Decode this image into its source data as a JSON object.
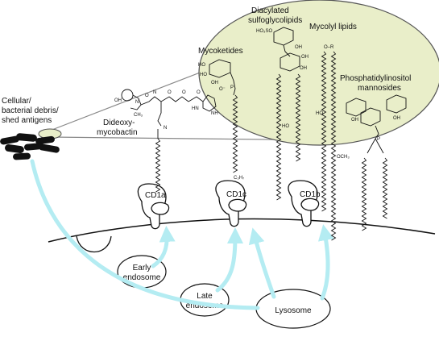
{
  "source": {
    "label_lines": [
      "Cellular/",
      "bacterial debris/",
      "shed antigens"
    ]
  },
  "lipids": {
    "mycoketides": "Mycoketides",
    "dideoxy_lines": [
      "Dideoxy-",
      "mycobactin"
    ],
    "sulfoglycolipids_lines": [
      "Diacylated",
      "sulfoglycolipids"
    ],
    "mycolyl": "Mycolyl lipids",
    "pim_lines": [
      "Phosphatidylinositol",
      "mannosides"
    ]
  },
  "molecule_text": {
    "oh": "OH",
    "ho": "HO",
    "hn": "HN",
    "nh": "NH",
    "n": "N",
    "o": "O",
    "p": "P",
    "ch3": "CH₃",
    "c3h7": "C₃H₇",
    "och3": "OCH₃",
    "ho3so": "HO₃SO",
    "o_r": "O–R",
    "o_minus": "O⁻",
    "p_minus": "P⁻"
  },
  "proteins": {
    "cd1a": "CD1a",
    "cd1c": "CD1c",
    "cd1b": "CD1b"
  },
  "compartments": {
    "early_lines": [
      "Early",
      "endosome"
    ],
    "late_lines": [
      "Late",
      "endosome"
    ],
    "lysosome": "Lysosome"
  },
  "colors": {
    "zoom_fill": "#e9eec9",
    "arrow": "#b4ecf2",
    "line": "#111111",
    "zoom_outline": "#888888"
  }
}
